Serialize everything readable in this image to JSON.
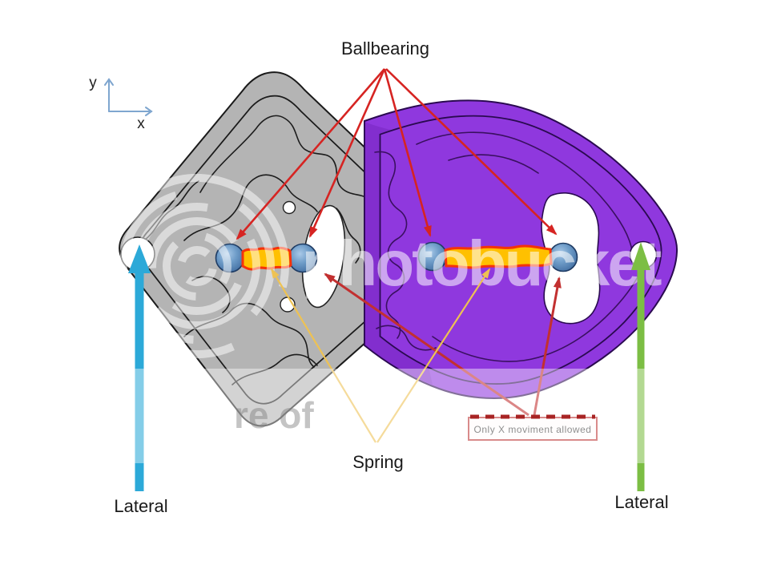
{
  "diagram": {
    "labels": {
      "ballbearing": "Ballbearing",
      "spring": "Spring",
      "lateral_left": "Lateral",
      "lateral_right": "Lateral"
    },
    "axis": {
      "y_label": "y",
      "x_label": "x"
    },
    "constraint_box": {
      "text": "Only X moviment allowed"
    }
  },
  "watermark": {
    "brand": "photobucket",
    "band_text": "re of"
  },
  "colors": {
    "plate_gray": "#b4b4b4",
    "plate_purple": "#8f38de",
    "plate_purple_shade": "#5a10a0",
    "bearing_blue": "#4f81bd",
    "spring_fill": "#ffc000",
    "spring_outline": "#f5330a",
    "pointer_red": "#d62422",
    "constraint_red": "#c23030",
    "spring_pointer_yellow": "#eec253",
    "lateral_left_blue": "#2ca9d8",
    "lateral_right_green": "#7cbe44",
    "axis_blue": "#7fa6cf",
    "constraint_border": "#d98b8b",
    "constraint_text": "#8f8f8f"
  }
}
